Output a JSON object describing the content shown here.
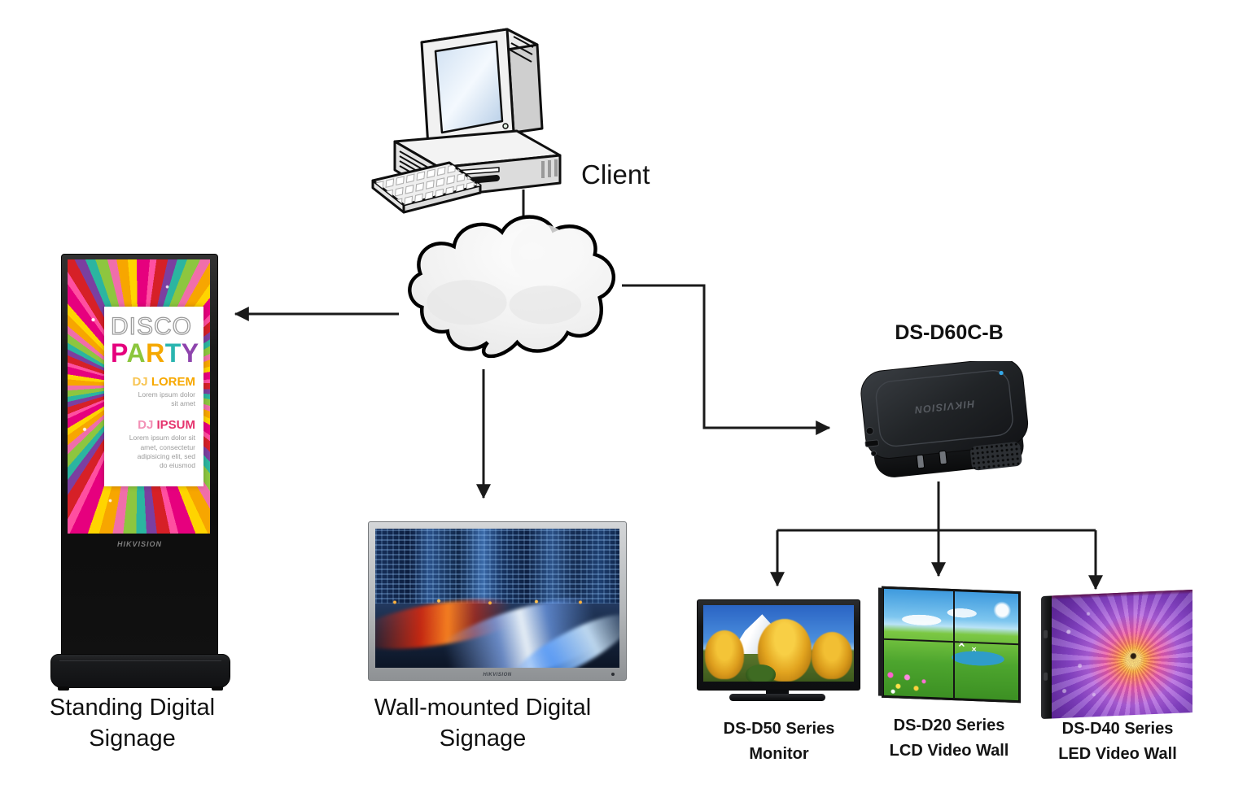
{
  "client": {
    "label": "Client"
  },
  "standing_signage": {
    "caption": "Standing Digital Signage",
    "brand": "HIKVISION",
    "poster": {
      "disco": "DISCO",
      "party_letters": [
        "P",
        "A",
        "R",
        "T",
        "Y"
      ],
      "dj1_prefix": "DJ",
      "dj1_name": "LOREM",
      "dj1_lines": [
        "Lorem ipsum dolor",
        "sit amet"
      ],
      "dj2_prefix": "DJ",
      "dj2_name": "IPSUM",
      "dj2_lines": [
        "Lorem ipsum dolor sit",
        "amet, consectetur",
        "adipisicing elit, sed",
        "do eiusmod"
      ]
    }
  },
  "wall_signage": {
    "caption": "Wall-mounted Digital Signage",
    "brand": "HIKVISION"
  },
  "decoder": {
    "label": "DS-D60C-B",
    "brand": "HIKVISION"
  },
  "outputs": [
    {
      "line1": "DS-D50 Series",
      "line2": "Monitor"
    },
    {
      "line1": "DS-D20 Series",
      "line2": "LCD Video Wall"
    },
    {
      "line1": "DS-D40 Series",
      "line2": "LED Video Wall"
    }
  ],
  "colors": {
    "arrow": "#1a1a1a",
    "party_p": "#e5017d",
    "party_a": "#8cc63e",
    "party_r": "#f5a800",
    "party_t": "#2ab5b0",
    "party_y": "#8e44ad",
    "dj_lorem": "#f7a800",
    "dj_ipsum": "#e5346e",
    "decoder_led": "#35a8e8"
  }
}
